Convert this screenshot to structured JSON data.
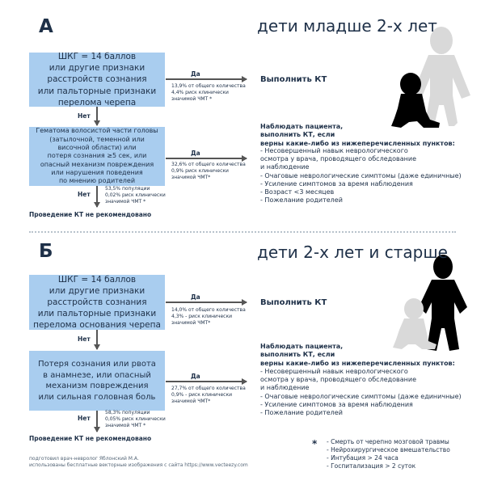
{
  "section_a": {
    "letter": "A",
    "title": "дети младше 2-х лет",
    "box1": "ШКГ = 14 баллов\nили другие признаки\nрасстройств сознания\nили пальторные признаки\nперелома черепа",
    "box2": "Гематома волосистой части головы\n(затылочной, теменной или\nвисочной области) или\nпотеря сознания ≥5 сек, или\nопасный механизм повреждения\nили нарушения поведения\nпо мнению родителей",
    "yes1_label": "Да",
    "yes1_stats": "13,9% от общего количества\n4,4% риск клинически\nзначимой ЧМТ *",
    "no1_label": "Нет",
    "yes2_label": "Да",
    "yes2_stats": "32,6% от общего количества\n0,9% риск клинически\nзначимой ЧМТ*",
    "no2_label": "Нет",
    "no2_stats": "53,5% популяции\n0,02% риск клинически\nзначимой ЧМТ *",
    "action": "Выполнить КТ",
    "not_recommended": "Проведение КТ не рекомендовано",
    "observe_title": "Наблюдать пациента,\nвыполнить КТ, если\nверны какие-либо из нижеперечисленных пунктов:",
    "observe_items": [
      "- Несовершенный навык неврологического\nосмотра у врача, проводящего обследование\nи наблюдение",
      "- Очаговые неврологические симптомы (даже единичные)",
      "- Усиление симптомов за время наблюдения",
      "- Возраст <3 месяцев",
      "- Пожелание родителей"
    ]
  },
  "section_b": {
    "letter": "Б",
    "title": "дети 2-х лет и старше",
    "box1": "ШКГ = 14 баллов\nили другие признаки\nрасстройств сознания\nили пальторные признаки\nперелома основания черепа",
    "box2": "Потеря сознания или рвота\nв анамнезе, или опасный\nмеханизм повреждения\nили сильная головная боль",
    "yes1_label": "Да",
    "yes1_stats": "14,0% от общего количества\n4,3% - риск клинически\nзначимой ЧМТ*",
    "no1_label": "Нет",
    "yes2_label": "Да",
    "yes2_stats": "27,7% от общего количества\n0,9% - риск клинически\nзначимой ЧМТ*",
    "no2_label": "Нет",
    "no2_stats": "58,3% популяции\n0,05% риск клинически\nзначимой ЧМТ *",
    "action": "Выполнить КТ",
    "not_recommended": "Проведение КТ не рекомендовано",
    "observe_title": "Наблюдать пациента,\nвыполнить КТ, если\nверны какие-либо из нижеперечисленных пунктов:",
    "observe_items": [
      "- Несовершенный навык неврологического\nосмотра у врача, проводящего обследование\nи наблюдение",
      "- Очаговые неврологические симптомы (даже единичные)",
      "- Усиление симптомов за время наблюдения",
      "- Пожелание родителей"
    ]
  },
  "footnote": {
    "mark": "*",
    "items": [
      "- Смерть от черепно мозговой травмы",
      "- Нейрохирургическое вмешательство",
      "- Интубация > 24 часа",
      "- Госпитализация > 2 суток"
    ]
  },
  "credits": {
    "line1": "подготовил врач-невролог Яблонский М.А.",
    "line2": "использованы бесплатные векторные изображения с сайта https://www.vecteezy.com"
  },
  "colors": {
    "box_fill": "#a9cdef",
    "text_dark": "#1e3048",
    "arrow": "#555555",
    "silhouette_light": "#d9d9d9",
    "silhouette_dark": "#000000"
  },
  "icons": {
    "figures_a": [
      "standing-child-light-silhouette-icon",
      "sitting-toddler-dark-silhouette-icon"
    ],
    "figures_b": [
      "standing-child-dark-silhouette-icon",
      "sitting-toddler-light-silhouette-icon"
    ]
  }
}
